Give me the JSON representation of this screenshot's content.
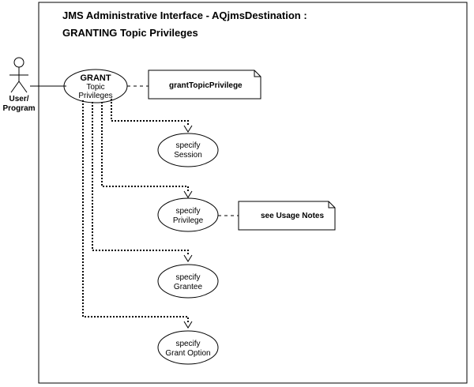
{
  "diagram": {
    "title_line1": "JMS Administrative Interface  -  AQjmsDestination  :",
    "title_line2": "GRANTING Topic Privileges",
    "actor": {
      "line1": "User/",
      "line2": "Program"
    },
    "main_usecase": {
      "line1": "GRANT",
      "line2": "Topic",
      "line3": "Privileges"
    },
    "main_note": "grantTopicPrivilege",
    "sub_usecases": [
      {
        "line1": "specify",
        "line2": "Session"
      },
      {
        "line1": "specify",
        "line2": "Privilege"
      },
      {
        "line1": "specify",
        "line2": "Grantee"
      },
      {
        "line1": "specify",
        "line2": "Grant Option"
      }
    ],
    "privilege_note": "see Usage Notes"
  }
}
